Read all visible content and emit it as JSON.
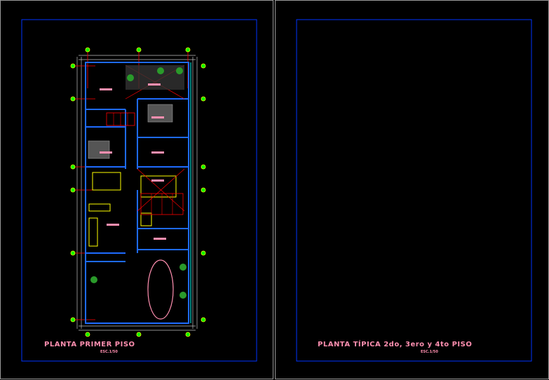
{
  "sheets": [
    {
      "title": "PLANTA PRIMER PISO",
      "scale": "ESC.1/50"
    },
    {
      "title": "PLANTA TÍPICA 2do, 3ero y 4to PISO",
      "scale": "ESC.1/50"
    }
  ],
  "colors": {
    "frame": "#0033ff",
    "wall": "#1e6bff",
    "furniture": "#ffff00",
    "axis": "#ff0000",
    "label": "#ff8fb0",
    "bubble": "#00ff00",
    "dimension": "#c0c0c0"
  }
}
